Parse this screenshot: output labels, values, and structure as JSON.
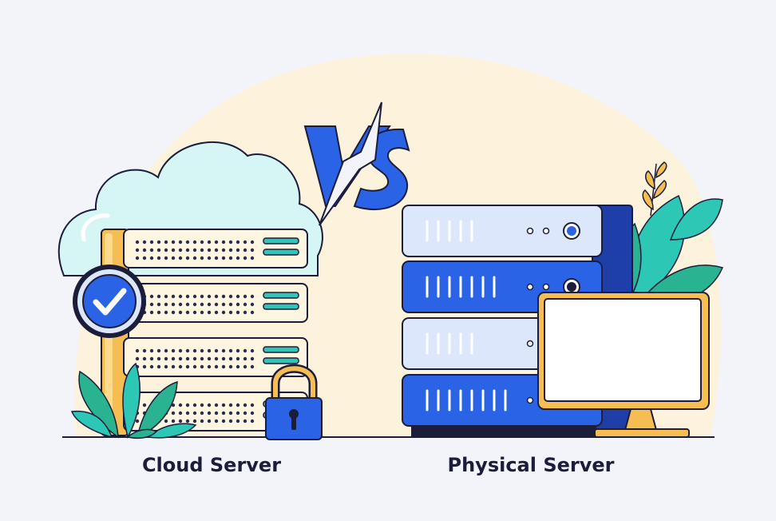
{
  "labels": {
    "left": "Cloud Server",
    "right": "Physical Server",
    "versus": "VS"
  },
  "colors": {
    "background": "#f3f4fa",
    "blob": "#fdf2dc",
    "outline": "#1b1d3a",
    "blue": "#2a63e6",
    "light_blue": "#dde7fb",
    "cloud": "#d6f6f6",
    "cream": "#fff6e2",
    "teal": "#2cc7b5",
    "orange": "#f5bd52",
    "green": "#2ab390"
  },
  "icons": [
    "cloud-icon",
    "check-badge-icon",
    "padlock-icon",
    "plant-icon",
    "monitor-icon",
    "server-rack-icon"
  ]
}
